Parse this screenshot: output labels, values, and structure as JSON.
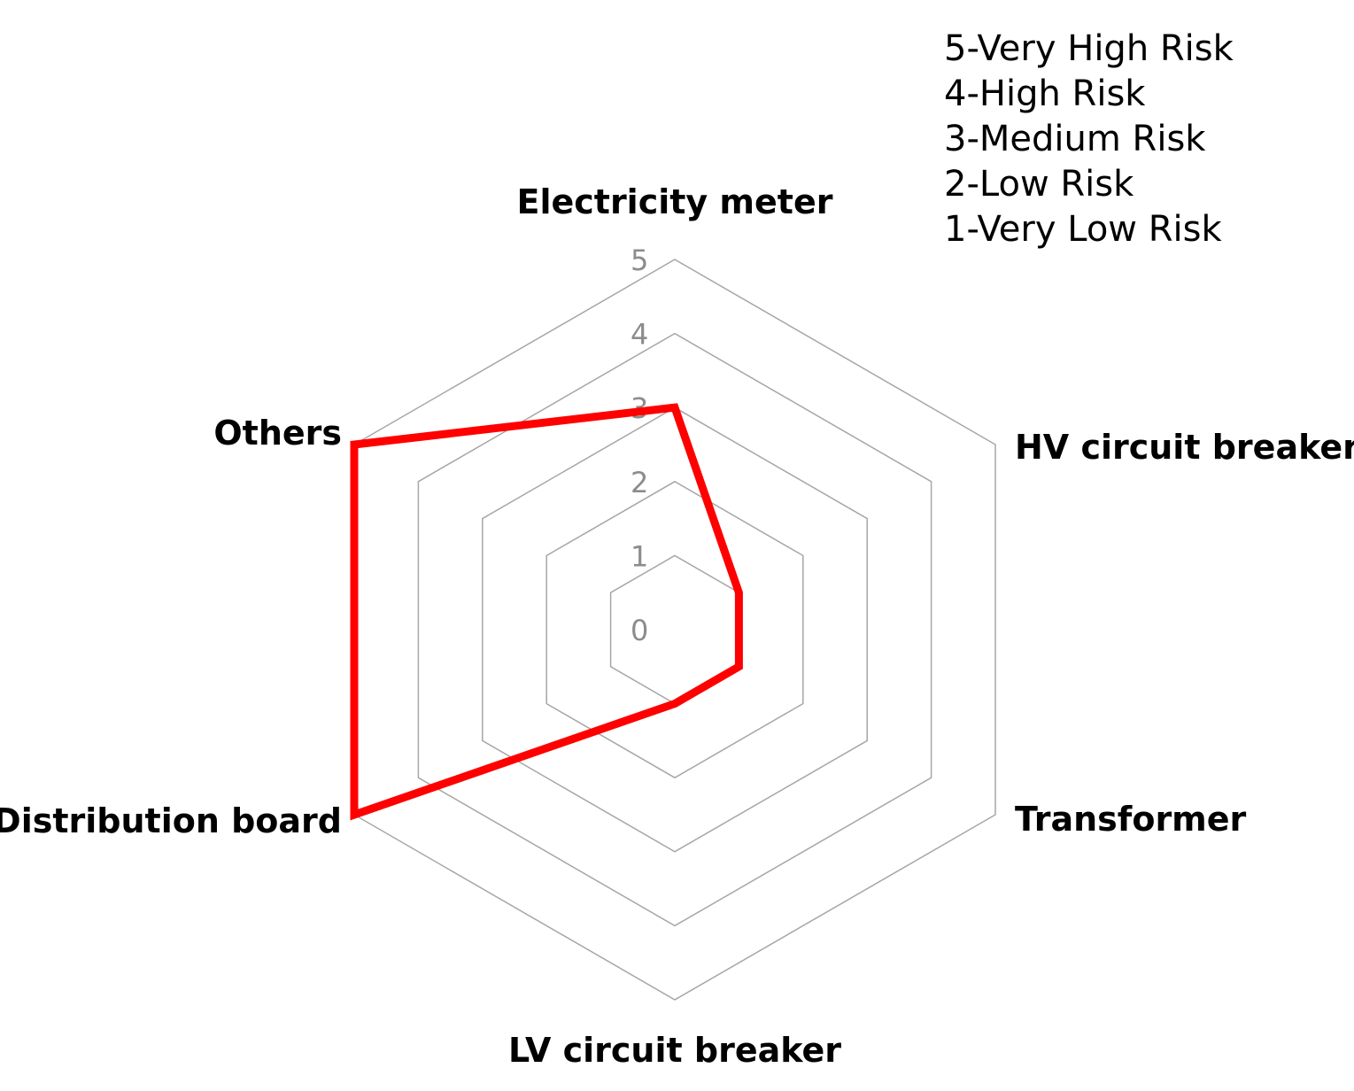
{
  "chart_data": {
    "type": "radar",
    "categories": [
      "Electricity meter",
      "HV circuit breaker",
      "Transformer",
      "LV circuit breaker",
      "Distribution board",
      "Others"
    ],
    "series": [
      {
        "values": [
          3,
          1,
          1,
          1,
          5,
          5
        ]
      }
    ],
    "rlim": [
      0,
      5
    ],
    "ticks": [
      "0",
      "1",
      "2",
      "3",
      "4",
      "5"
    ],
    "grid": true,
    "legend_placement": "top-right",
    "legend_entries": [
      "5-Very High Risk",
      "4-High Risk",
      "3-Medium Risk",
      "2-Low Risk",
      "1-Very Low Risk"
    ],
    "colors": {
      "series": "#ff0000",
      "grid": "#a6a6a6",
      "ticks": "#8c8c8c"
    }
  }
}
